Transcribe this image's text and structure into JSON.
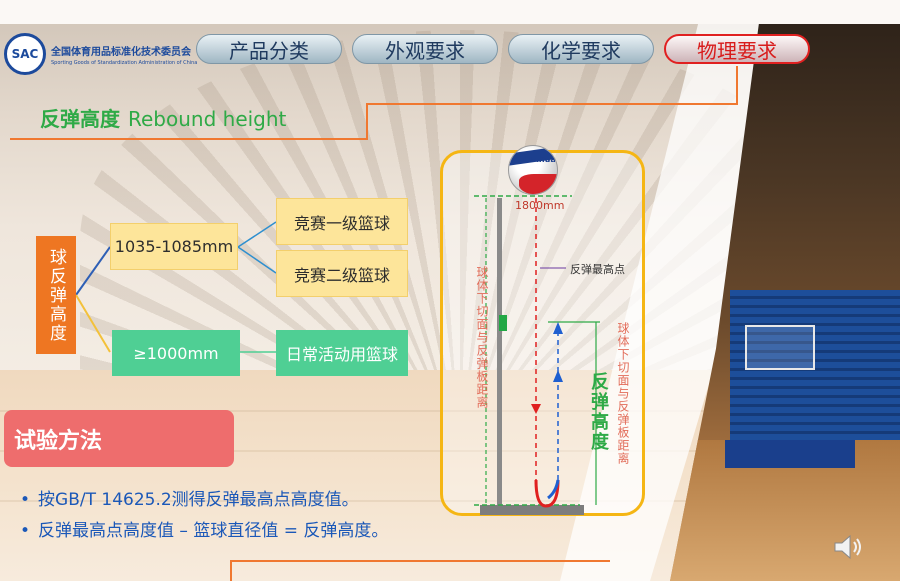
{
  "logo": {
    "abbr": "SAC",
    "name_cn": "全国体育用品标准化技术委员会",
    "name_en": "Sporting Goods of Standardization Administration of China"
  },
  "nav": [
    {
      "label": "产品分类",
      "active": false
    },
    {
      "label": "外观要求",
      "active": false
    },
    {
      "label": "化学要求",
      "active": false
    },
    {
      "label": "物理要求",
      "active": true
    }
  ],
  "title": {
    "cn": "反弹高度",
    "en": "Rebound height"
  },
  "diagram": {
    "root": "球反弹高度",
    "ranges": [
      {
        "value": "1035-1085mm",
        "items": [
          "竞赛一级篮球",
          "竞赛二级篮球"
        ]
      },
      {
        "value": "≥1000mm",
        "items": [
          "日常活动用篮球"
        ]
      }
    ]
  },
  "method": {
    "heading": "试验方法",
    "bullets": [
      "按GB/T 14625.2测得反弹最高点高度值。",
      "反弹最高点高度值 – 篮球直径值 = 反弹高度。"
    ]
  },
  "panel": {
    "ball_brand": "Lanhua",
    "drop_height": "1800mm",
    "highest_point": "反弹最高点",
    "left_label": "球体下切面与反弹板距离",
    "right_label": "球体下切面与反弹板距离",
    "rebound_label": "反弹高度"
  },
  "colors": {
    "accent_orange": "#ee7622",
    "accent_green": "#2faa47",
    "active_red": "#e02020",
    "panel_yellow": "#f5b614",
    "bullet_blue": "#1b58b8"
  },
  "icons": {
    "audio": "speaker-icon"
  }
}
